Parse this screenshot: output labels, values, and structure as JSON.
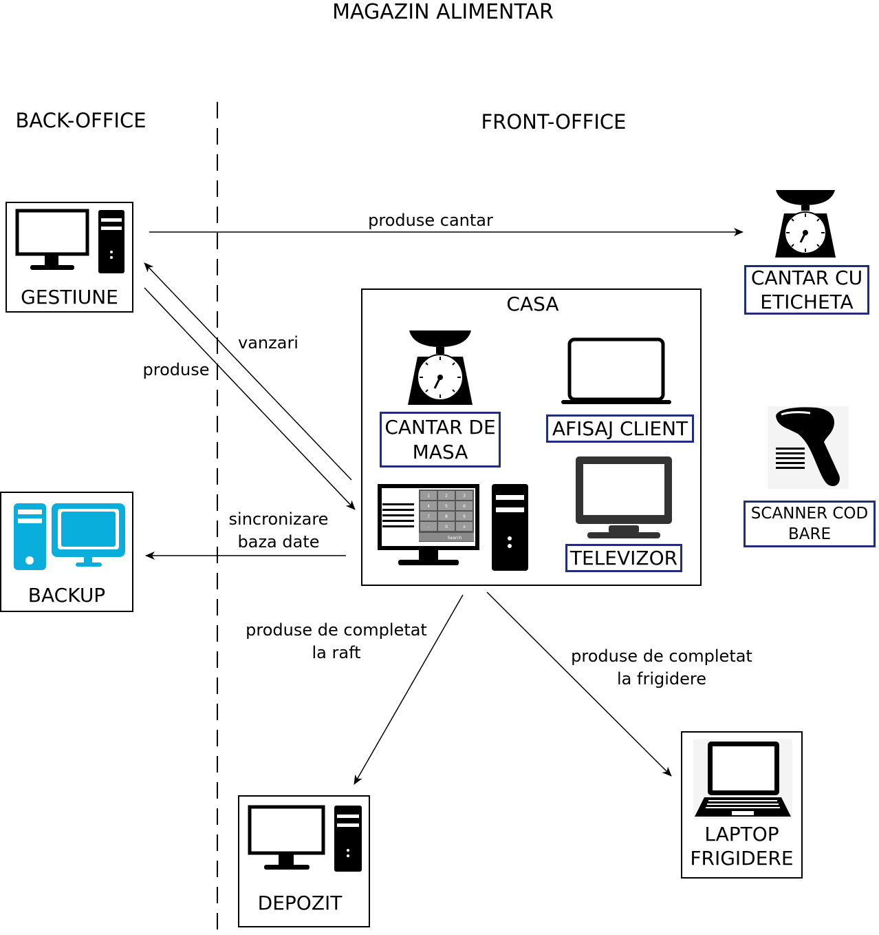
{
  "title": "MAGAZIN ALIMENTAR",
  "sections": {
    "back": "BACK-OFFICE",
    "front": "FRONT-OFFICE"
  },
  "nodes": {
    "gestiune": "GESTIUNE",
    "backup": "BACKUP",
    "depozit": "DEPOZIT",
    "casa": "CASA",
    "cantar_eticheta_1": "CANTAR CU",
    "cantar_eticheta_2": "ETICHETA",
    "cantar_masa_1": "CANTAR DE",
    "cantar_masa_2": "MASA",
    "afisaj_client": "AFISAJ CLIENT",
    "televizor": "TELEVIZOR",
    "scanner_1": "SCANNER COD",
    "scanner_2": "BARE",
    "laptop_1": "LAPTOP",
    "laptop_2": "FRIGIDERE"
  },
  "edges": {
    "produse_cantar": "produse cantar",
    "vanzari": "vanzari",
    "produse": "produse",
    "sincronizare_1": "sincronizare",
    "sincronizare_2": "baza date",
    "raft_1": "produse de completat",
    "raft_2": "la raft",
    "frigidere_1": "produse de completat",
    "frigidere_2": "la frigidere"
  },
  "keypad": [
    "1",
    "2",
    "3",
    "4",
    "5",
    "6",
    "7",
    "8",
    "9",
    "-",
    "0",
    "x"
  ],
  "keypad_search": "Search",
  "colors": {
    "navy": "#1f2d7a",
    "backup_cyan": "#0aaedc",
    "line": "#000000"
  }
}
